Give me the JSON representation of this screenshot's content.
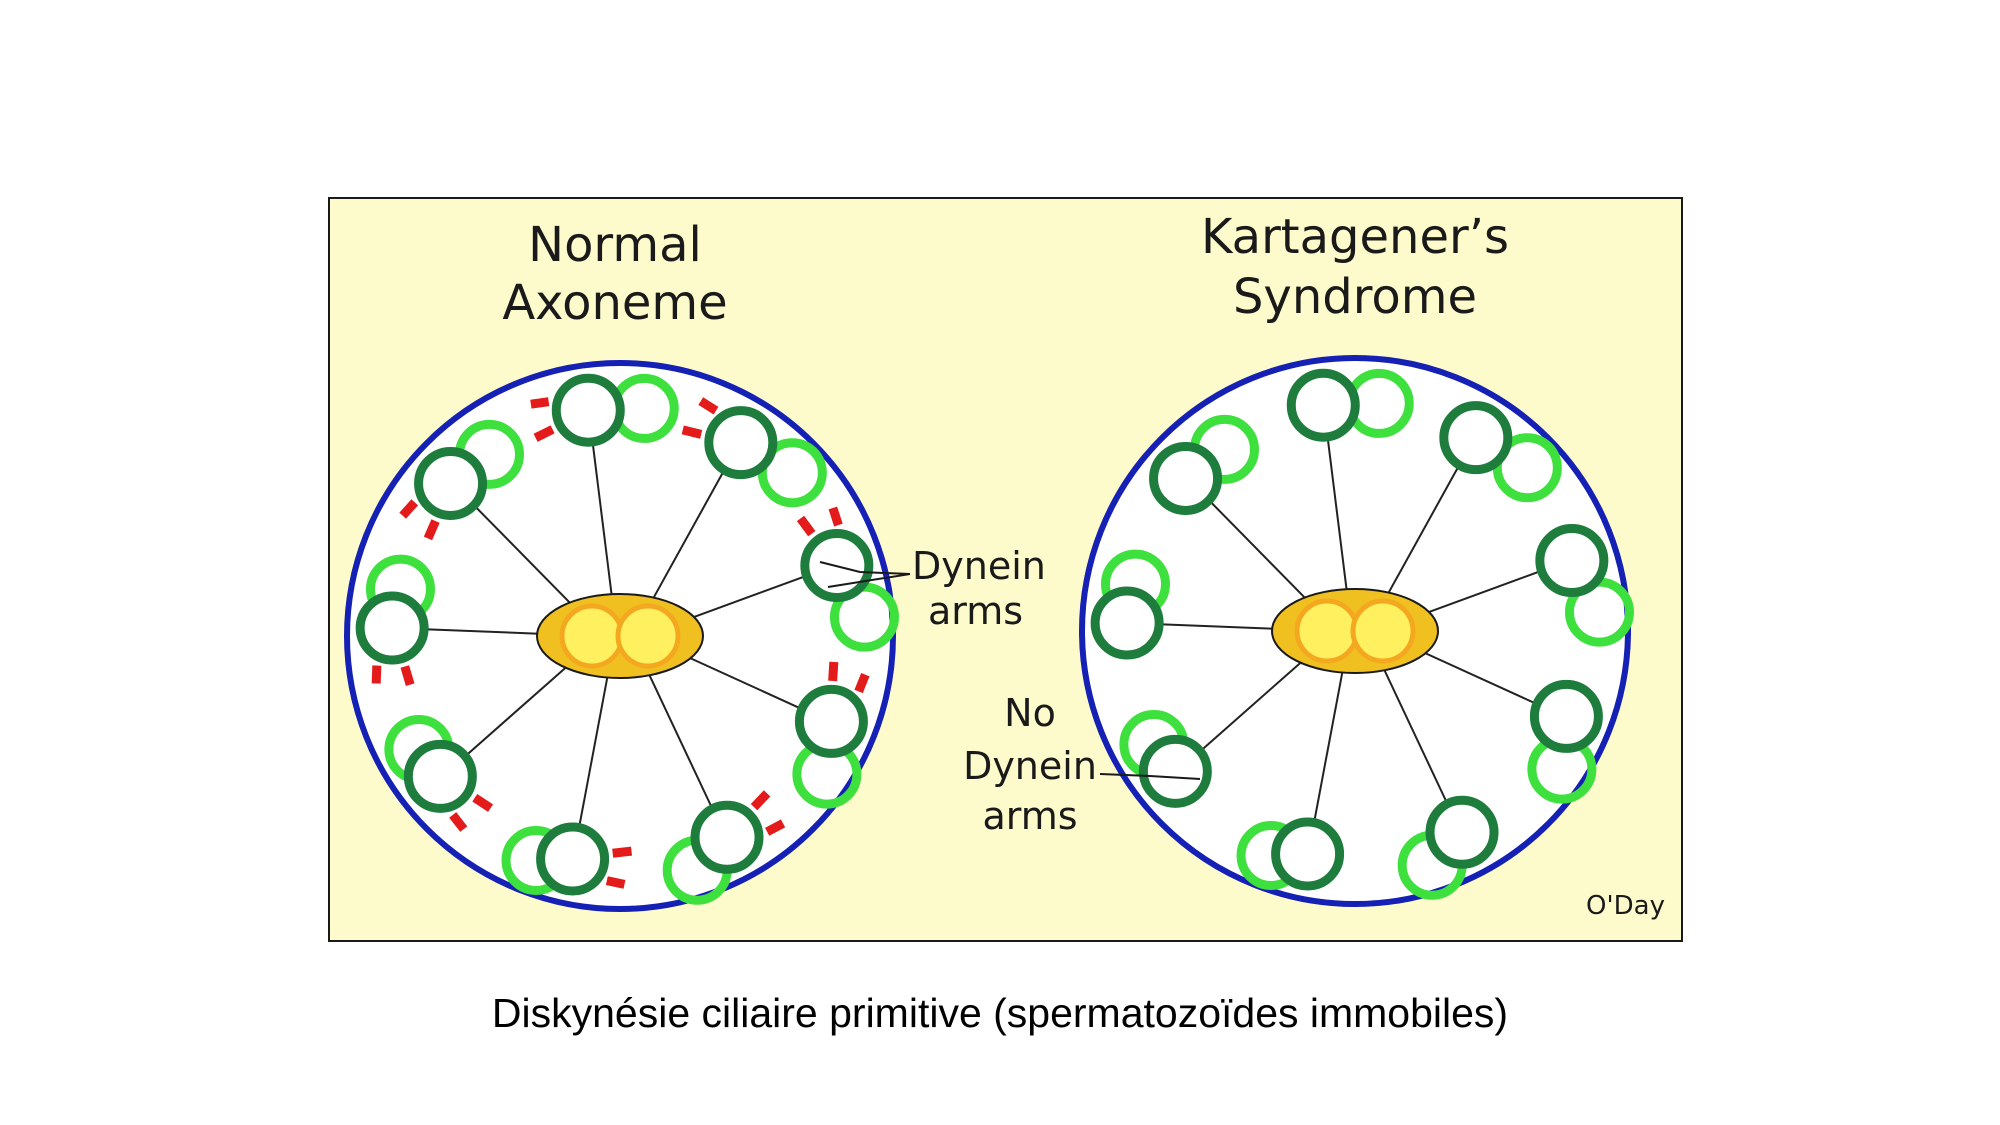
{
  "caption": "Diskynésie ciliaire primitive (spermatozoïdes immobiles)",
  "panels": {
    "normal": {
      "title_line1": "Normal",
      "title_line2": "Axoneme",
      "has_dynein_arms": true
    },
    "kartagener": {
      "title_line1": "Kartagener’s",
      "title_line2": "Syndrome",
      "has_dynein_arms": false
    }
  },
  "labels": {
    "dynein_line1": "Dynein",
    "dynein_line2": "arms",
    "no_dynein_line1": "No",
    "no_dynein_line2": "Dynein",
    "no_dynein_line3": "arms"
  },
  "credit": "O'Day",
  "doublet_count": 9,
  "colors": {
    "background": "#fdfbcc",
    "membrane": "#1520b4",
    "tubule_a": "#1e7d3c",
    "tubule_b": "#3ee03e",
    "dynein": "#e41b1b",
    "central_sheath": "#f0c020",
    "central_pair": "#fff060",
    "spoke": "#222222"
  }
}
